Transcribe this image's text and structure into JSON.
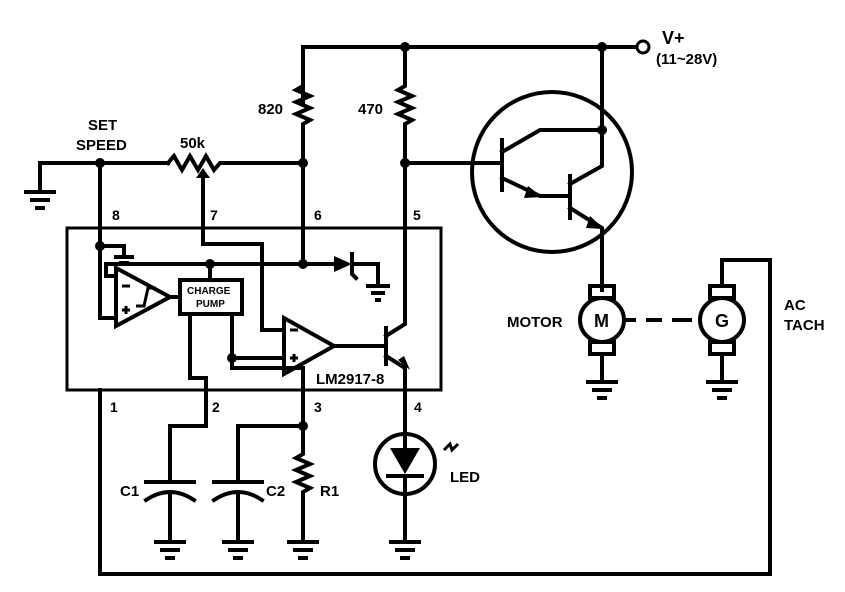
{
  "supply": {
    "label": "V+",
    "range": "(11~28V)"
  },
  "labels": {
    "set_speed_1": "SET",
    "set_speed_2": "SPEED",
    "pot": "50k",
    "r820": "820",
    "r470": "470",
    "motor": "MOTOR",
    "motor_letter": "M",
    "tach_letter": "G",
    "ac": "AC",
    "tach": "TACH",
    "led": "LED",
    "ic": "LM2917-8",
    "charge_pump_1": "CHARGE",
    "charge_pump_2": "PUMP",
    "c1": "C1",
    "c2": "C2",
    "r1": "R1"
  },
  "pins": {
    "p1": "1",
    "p2": "2",
    "p3": "3",
    "p4": "4",
    "p5": "5",
    "p6": "6",
    "p7": "7",
    "p8": "8"
  }
}
